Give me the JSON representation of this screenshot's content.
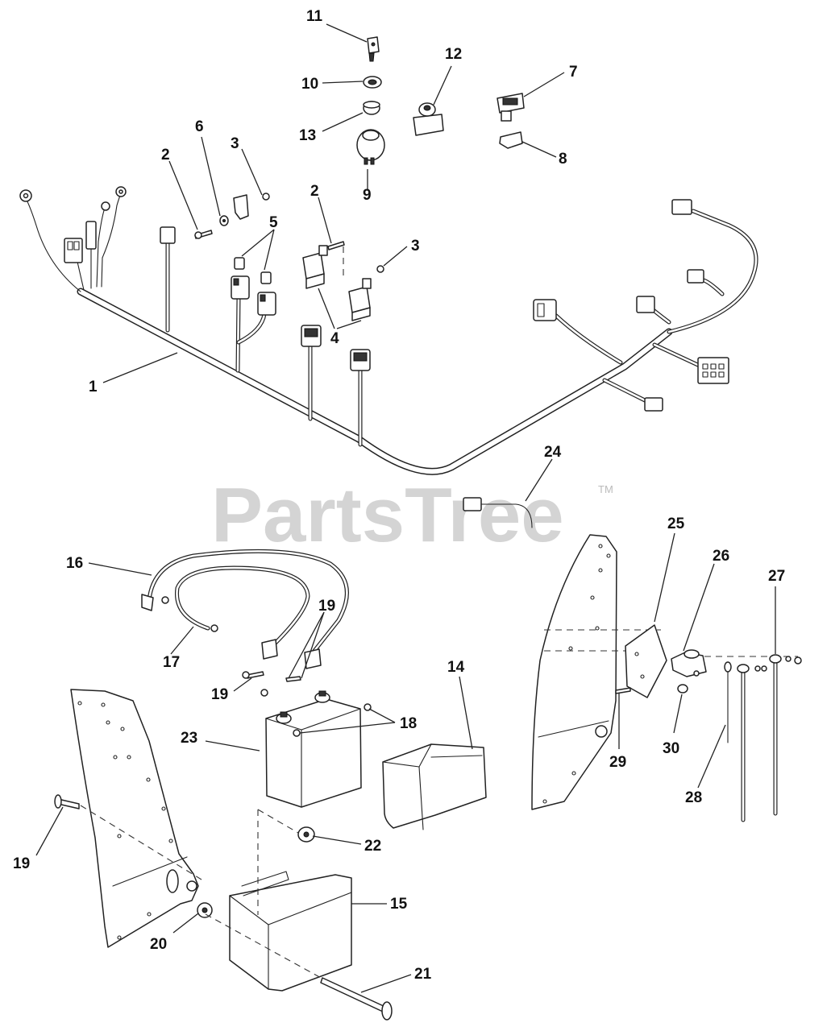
{
  "watermark": {
    "text": "PartsTree",
    "trademark": "TM"
  },
  "callouts": {
    "c1": "1",
    "c2a": "2",
    "c2b": "2",
    "c3a": "3",
    "c3b": "3",
    "c4": "4",
    "c5": "5",
    "c6": "6",
    "c7": "7",
    "c8": "8",
    "c9": "9",
    "c10": "10",
    "c11": "11",
    "c12": "12",
    "c13": "13",
    "c14": "14",
    "c15": "15",
    "c16": "16",
    "c17": "17",
    "c18": "18",
    "c19a": "19",
    "c19b": "19",
    "c19c": "19",
    "c20": "20",
    "c21": "21",
    "c22": "22",
    "c23": "23",
    "c24": "24",
    "c25": "25",
    "c26": "26",
    "c27": "27",
    "c28": "28",
    "c29": "29",
    "c30": "30"
  }
}
